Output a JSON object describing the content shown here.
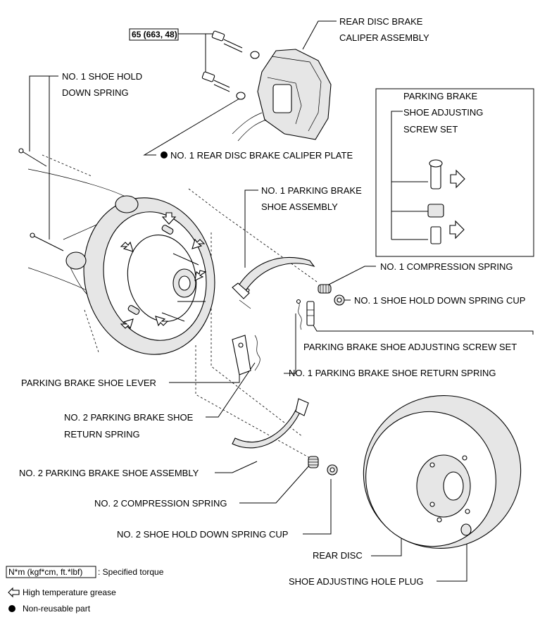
{
  "labels": {
    "caliper_line1": "REAR DISC BRAKE",
    "caliper_line2": "CALIPER ASSEMBLY",
    "torque": "65 (663, 48)",
    "hold_spring_line1": "NO. 1 SHOE HOLD",
    "hold_spring_line2": "DOWN SPRING",
    "caliper_plate": "NO. 1 REAR DISC BRAKE CALIPER PLATE",
    "adj_box_line1": "PARKING BRAKE",
    "adj_box_line2": "SHOE ADJUSTING",
    "adj_box_line3": "SCREW SET",
    "shoe1_line1": "NO. 1 PARKING BRAKE",
    "shoe1_line2": "SHOE ASSEMBLY",
    "comp_spring1": "NO. 1 COMPRESSION SPRING",
    "cup1": "NO. 1 SHOE HOLD DOWN SPRING CUP",
    "adj_screw_set": "PARKING BRAKE SHOE ADJUSTING SCREW SET",
    "return_spring1": "NO. 1 PARKING BRAKE SHOE RETURN SPRING",
    "lever": "PARKING BRAKE SHOE LEVER",
    "return_spring2_line1": "NO. 2 PARKING BRAKE SHOE",
    "return_spring2_line2": "RETURN SPRING",
    "shoe2": "NO. 2 PARKING BRAKE SHOE ASSEMBLY",
    "comp_spring2": "NO. 2 COMPRESSION SPRING",
    "cup2": "NO. 2 SHOE HOLD DOWN SPRING CUP",
    "rear_disc": "REAR DISC",
    "hole_plug": "SHOE ADJUSTING HOLE PLUG"
  },
  "legend": {
    "torque_key": "N*m (kgf*cm, ft.*lbf)",
    "torque_text": ": Specified torque",
    "grease_text": "High temperature grease",
    "nonreusable_text": "Non-reusable part"
  },
  "icons": {
    "grease": "hollow-arrow-icon",
    "nonreusable": "filled-dot-icon"
  }
}
